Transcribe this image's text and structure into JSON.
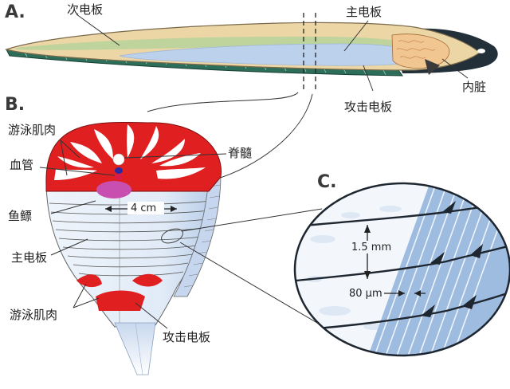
{
  "panels": {
    "a": "A.",
    "b": "B.",
    "c": "C."
  },
  "panel_a": {
    "secondary_organ": "次电板",
    "main_organ": "主电板",
    "viscera": "内脏",
    "attack_organ": "攻击电板"
  },
  "panel_b": {
    "swim_muscle_top": "游泳肌肉",
    "blood_vessel": "血管",
    "spinal_cord": "脊髓",
    "swim_bladder": "鱼鳔",
    "width_label": "4 cm",
    "main_organ": "主电板",
    "swim_muscle_bottom": "游泳肌肉",
    "attack_organ": "攻击电板"
  },
  "panel_c": {
    "spacing_label": "1.5 mm",
    "thickness_label": "80 μm"
  },
  "colors": {
    "muscle_red": "#e02020",
    "body_tan": "#ecd6a6",
    "organ_blue": "#bcd1ec",
    "skin_green": "#1e5a4a",
    "head_dark": "#23303a",
    "electrocyte_blue": "#9ebbe0"
  }
}
